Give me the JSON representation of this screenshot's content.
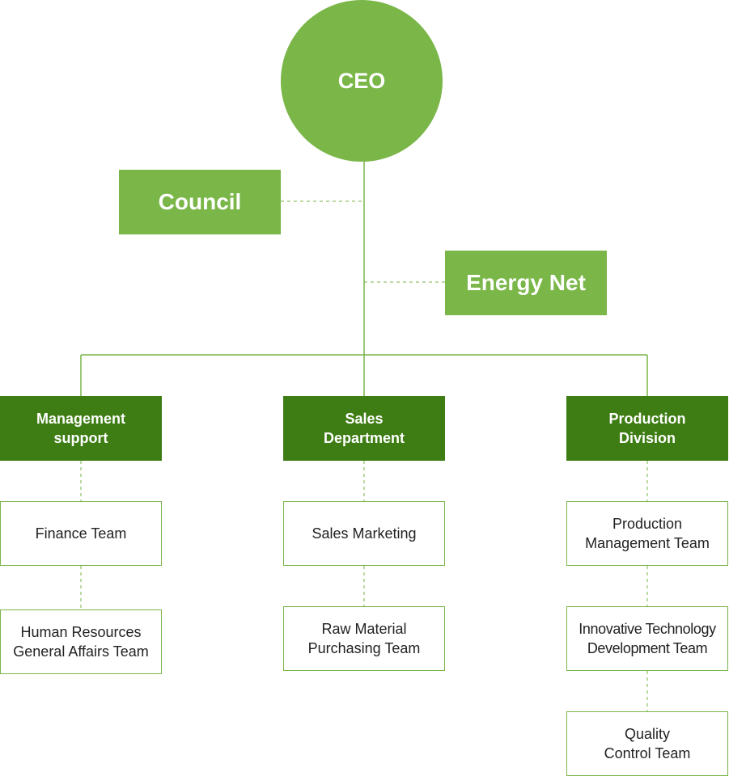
{
  "colors": {
    "accent": "#7ab648",
    "department": "#3e7d14",
    "team_border": "#7ab648",
    "text_dark": "#222222"
  },
  "ceo": {
    "label": "CEO"
  },
  "council": {
    "label": "Council"
  },
  "energy_net": {
    "label": "Energy Net"
  },
  "departments": [
    {
      "label": "Management\nsupport",
      "teams": [
        "Finance Team",
        "Human Resources\nGeneral Affairs Team"
      ]
    },
    {
      "label": "Sales\nDepartment",
      "teams": [
        "Sales Marketing",
        "Raw Material\nPurchasing Team"
      ]
    },
    {
      "label": "Production\nDivision",
      "teams": [
        "Production\nManagement Team",
        "Innovative Technology\nDevelopment Team",
        "Quality\nControl Team"
      ]
    }
  ]
}
